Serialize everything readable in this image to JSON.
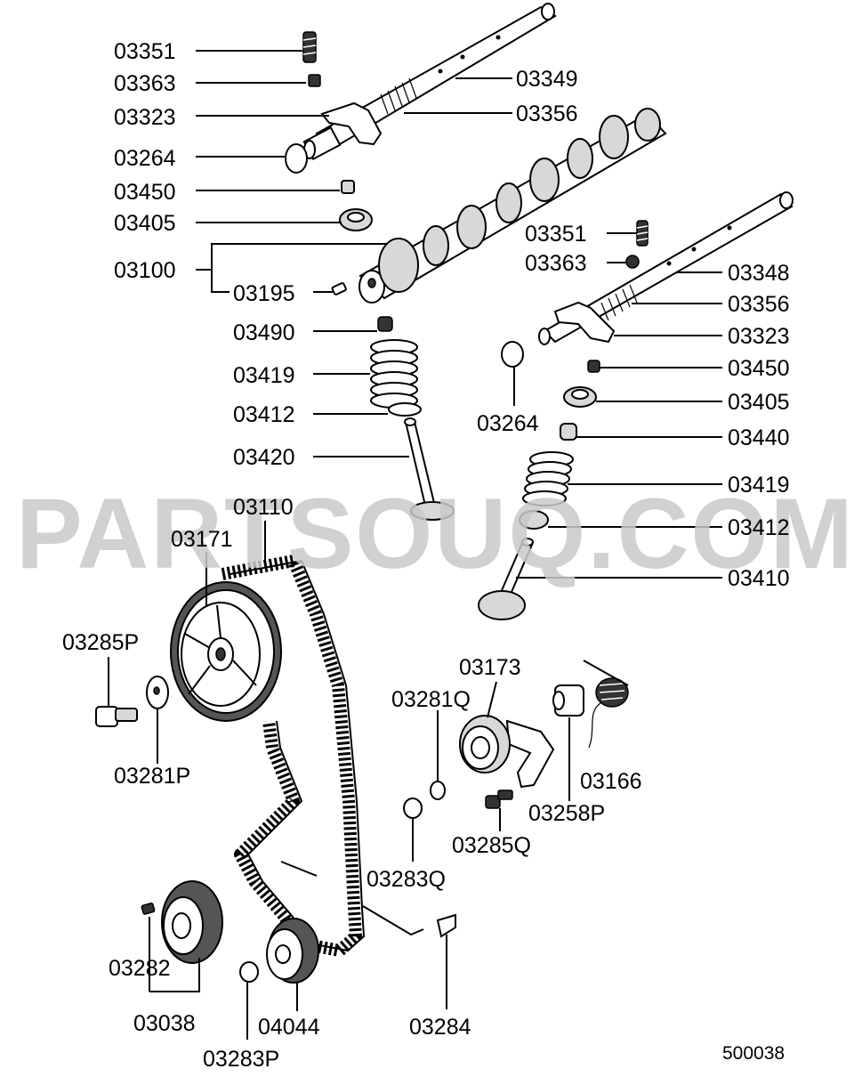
{
  "watermark": "PARTSOUQ.COM",
  "diagram_code": "500038",
  "labels": {
    "l03351a": "03351",
    "l03363a": "03363",
    "l03323a": "03323",
    "l03264a": "03264",
    "l03450a": "03450",
    "l03405a": "03405",
    "l03100": "03100",
    "l03195": "03195",
    "l03490": "03490",
    "l03419a": "03419",
    "l03412a": "03412",
    "l03420": "03420",
    "l03110": "03110",
    "l03171": "03171",
    "l03349": "03349",
    "l03356a": "03356",
    "l03351b": "03351",
    "l03363b": "03363",
    "l03348": "03348",
    "l03356b": "03356",
    "l03323b": "03323",
    "l03450b": "03450",
    "l03405b": "03405",
    "l03264b": "03264",
    "l03440": "03440",
    "l03419b": "03419",
    "l03412b": "03412",
    "l03410": "03410",
    "l03285P": "03285P",
    "l03281P": "03281P",
    "l03173": "03173",
    "l03281Q": "03281Q",
    "l03166": "03166",
    "l03258P": "03258P",
    "l03285Q": "03285Q",
    "l03283Q": "03283Q",
    "l03282": "03282",
    "l03038": "03038",
    "l04044": "04044",
    "l03284": "03284",
    "l03283P": "03283P"
  }
}
